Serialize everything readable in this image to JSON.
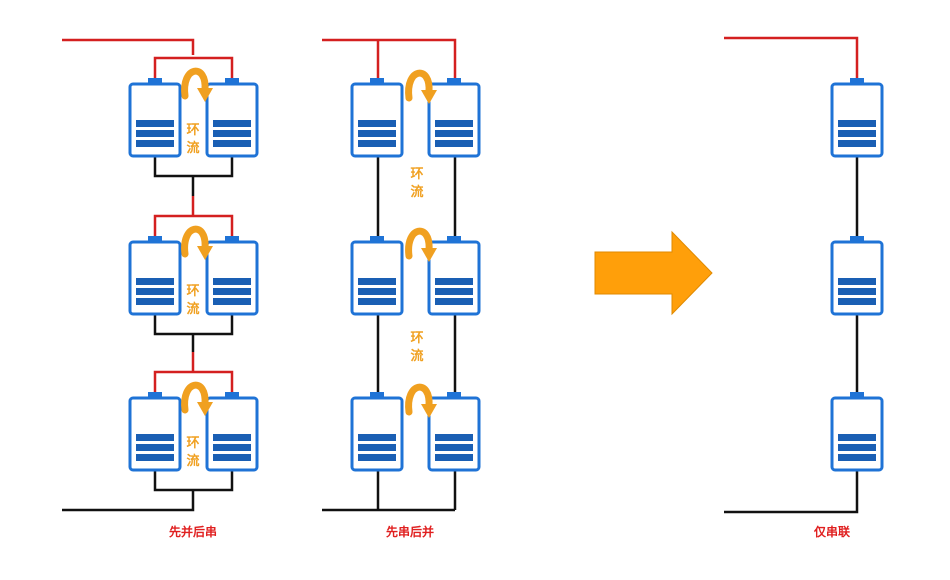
{
  "labels": {
    "parallel_then_series": "先并后串",
    "series_then_parallel": "先串后并",
    "series_only": "仅串联",
    "circulating_current": "环流"
  },
  "colors": {
    "positive_wire": "#d42020",
    "negative_wire": "#111111",
    "battery_blue": "#1f73d6",
    "battery_dark": "#1a5fb4",
    "circulation_arrow": "#f0a020",
    "big_arrow": "#ff9f0a",
    "caption_red": "#e02020",
    "circulation_text": "#f0a020"
  },
  "icons": {
    "battery": "battery-icon",
    "circulation": "circulation-arrow-icon",
    "transition": "arrow-right-icon"
  }
}
